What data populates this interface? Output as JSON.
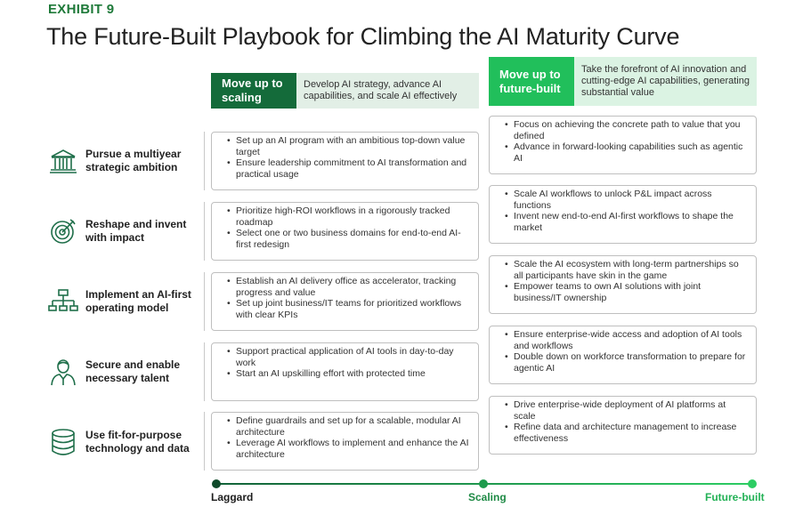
{
  "exhibit": "EXHIBIT 9",
  "title": "The Future-Built Playbook for Climbing the AI Maturity Curve",
  "phases": {
    "scaling": {
      "tag": "Move up to scaling",
      "desc": "Develop AI strategy, advance AI capabilities, and scale AI effectively",
      "color": "#146b3a"
    },
    "future": {
      "tag": "Move up to future-built",
      "desc": "Take the forefront of AI innovation and cutting-edge AI capabilities, generating substantial value",
      "color": "#21bf5b"
    }
  },
  "rows": [
    {
      "label": "Pursue a multiyear strategic ambition",
      "icon": "institution-icon",
      "scaling": [
        "Set up an AI program with an ambitious top-down value target",
        "Ensure leadership commitment to AI transformation and practical usage"
      ],
      "future": [
        "Focus on achieving the concrete path to value that you defined",
        "Advance in forward-looking capabilities such as agentic AI"
      ]
    },
    {
      "label": "Reshape and invent with impact",
      "icon": "target-icon",
      "scaling": [
        "Prioritize high-ROI workflows in a rigorously tracked roadmap",
        "Select one or two business domains for end-to-end AI-first redesign"
      ],
      "future": [
        "Scale AI workflows to unlock P&L impact across functions",
        "Invent new end-to-end AI-first workflows to shape the market"
      ]
    },
    {
      "label": "Implement an AI-first operating model",
      "icon": "org-chart-icon",
      "scaling": [
        "Establish an AI delivery office as accelerator, tracking progress and value",
        "Set up joint business/IT teams for prioritized workflows with clear KPIs"
      ],
      "future": [
        "Scale the AI ecosystem with long-term partnerships so all participants have skin in the game",
        "Empower teams to own AI solutions with joint business/IT ownership"
      ]
    },
    {
      "label": "Secure and enable necessary talent",
      "icon": "person-icon",
      "scaling": [
        "Support practical application of AI tools in day-to-day work",
        "Start an AI upskilling effort with protected time"
      ],
      "future": [
        "Ensure enterprise-wide access and adoption of AI tools and workflows",
        "Double down on workforce transformation to prepare for agentic AI"
      ]
    },
    {
      "label": "Use fit-for-purpose technology and data",
      "icon": "database-icon",
      "scaling": [
        "Define guardrails and set up for a scalable, modular AI architecture",
        "Leverage AI workflows to implement and enhance the AI architecture"
      ],
      "future": [
        "Drive enterprise-wide deployment of AI platforms at scale",
        "Refine data and architecture management to increase effectiveness"
      ]
    }
  ],
  "axis": {
    "laggard": "Laggard",
    "scaling": "Scaling",
    "future": "Future-built"
  }
}
